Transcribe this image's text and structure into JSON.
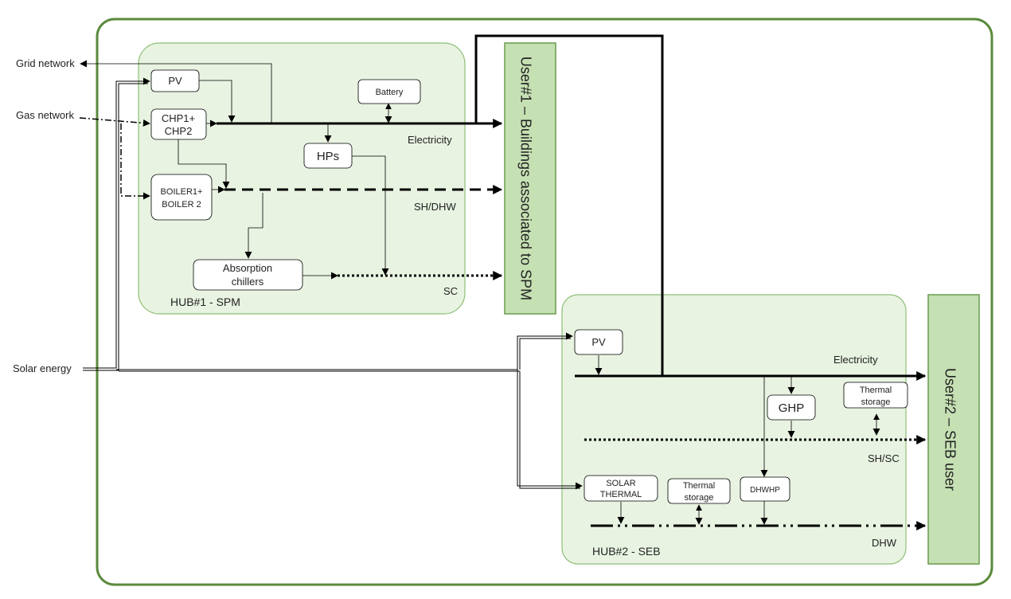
{
  "colors": {
    "outer_border": "#5b8a3c",
    "hub_fill": "#e8f3e1",
    "hub_border": "#8fbf76",
    "user_fill": "#c5e0b3",
    "user_border": "#6a9c4c",
    "line": "#000000"
  },
  "external": {
    "grid": "Grid network",
    "gas": "Gas network",
    "solar": "Solar energy"
  },
  "hub1": {
    "label": "HUB#1 - SPM",
    "pv": "PV",
    "chp_line1": "CHP1+",
    "chp_line2": "CHP2",
    "boiler_line1": "BOILER1+",
    "boiler_line2": "BOILER 2",
    "battery": "Battery",
    "hps": "HPs",
    "absorption_line1": "Absorption",
    "absorption_line2": "chillers",
    "flow_electricity": "Electricity",
    "flow_shdhw": "SH/DHW",
    "flow_sc": "SC"
  },
  "hub2": {
    "label": "HUB#2 - SEB",
    "pv": "PV",
    "ghp": "GHP",
    "thermal_storage_top_line1": "Thermal",
    "thermal_storage_top_line2": "storage",
    "solar_thermal_line1": "SOLAR",
    "solar_thermal_line2": "THERMAL",
    "thermal_storage_bottom_line1": "Thermal",
    "thermal_storage_bottom_line2": "storage",
    "dhwhp": "DHWHP",
    "flow_electricity": "Electricity",
    "flow_shsc": "SH/SC",
    "flow_dhw": "DHW"
  },
  "users": {
    "user1": "User#1 – Buildings associated to SPM",
    "user2": "User#2 – SEB user"
  }
}
